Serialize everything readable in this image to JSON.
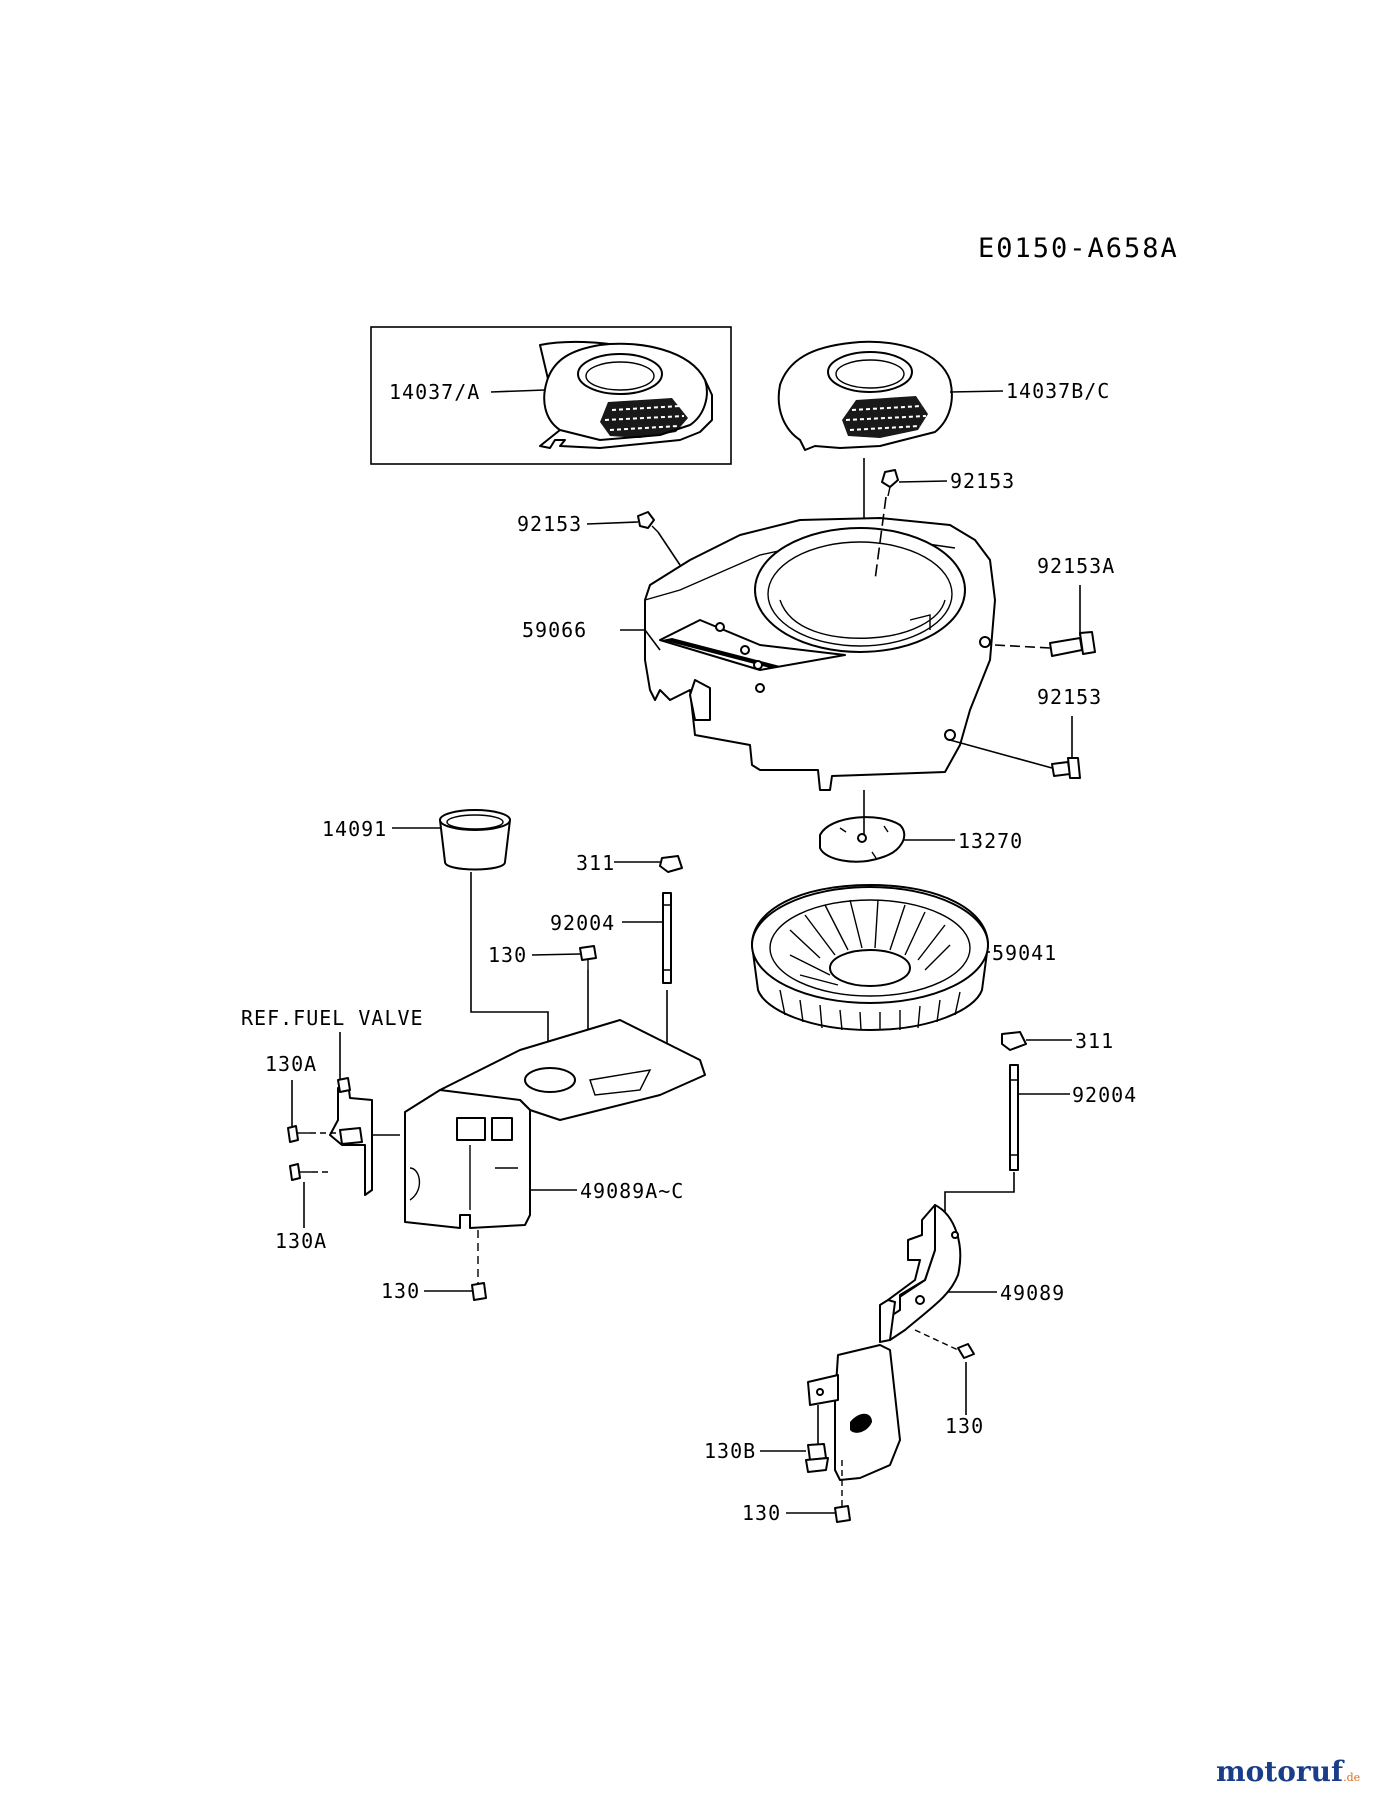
{
  "diagram_code": "E0150-A658A",
  "labels": {
    "p14037a": "14037/A",
    "p14037bc": "14037B/C",
    "p92153_top": "92153",
    "p92153_left": "92153",
    "p92153a": "92153A",
    "p92153_right": "92153",
    "p59066": "59066",
    "p14091": "14091",
    "p311_a": "311",
    "p13270": "13270",
    "p92004_a": "92004",
    "p130_a": "130",
    "p59041": "59041",
    "ref_fuel_valve": "REF.FUEL VALVE",
    "p130a_top": "130A",
    "p311_b": "311",
    "p92004_b": "92004",
    "p49089ac": "49089A~C",
    "p130a_bottom": "130A",
    "p130_b": "130",
    "p49089": "49089",
    "p130_c": "130",
    "p130b": "130B",
    "p130_d": "130"
  },
  "watermark": {
    "main": "motoruf",
    "suffix": ".de"
  }
}
